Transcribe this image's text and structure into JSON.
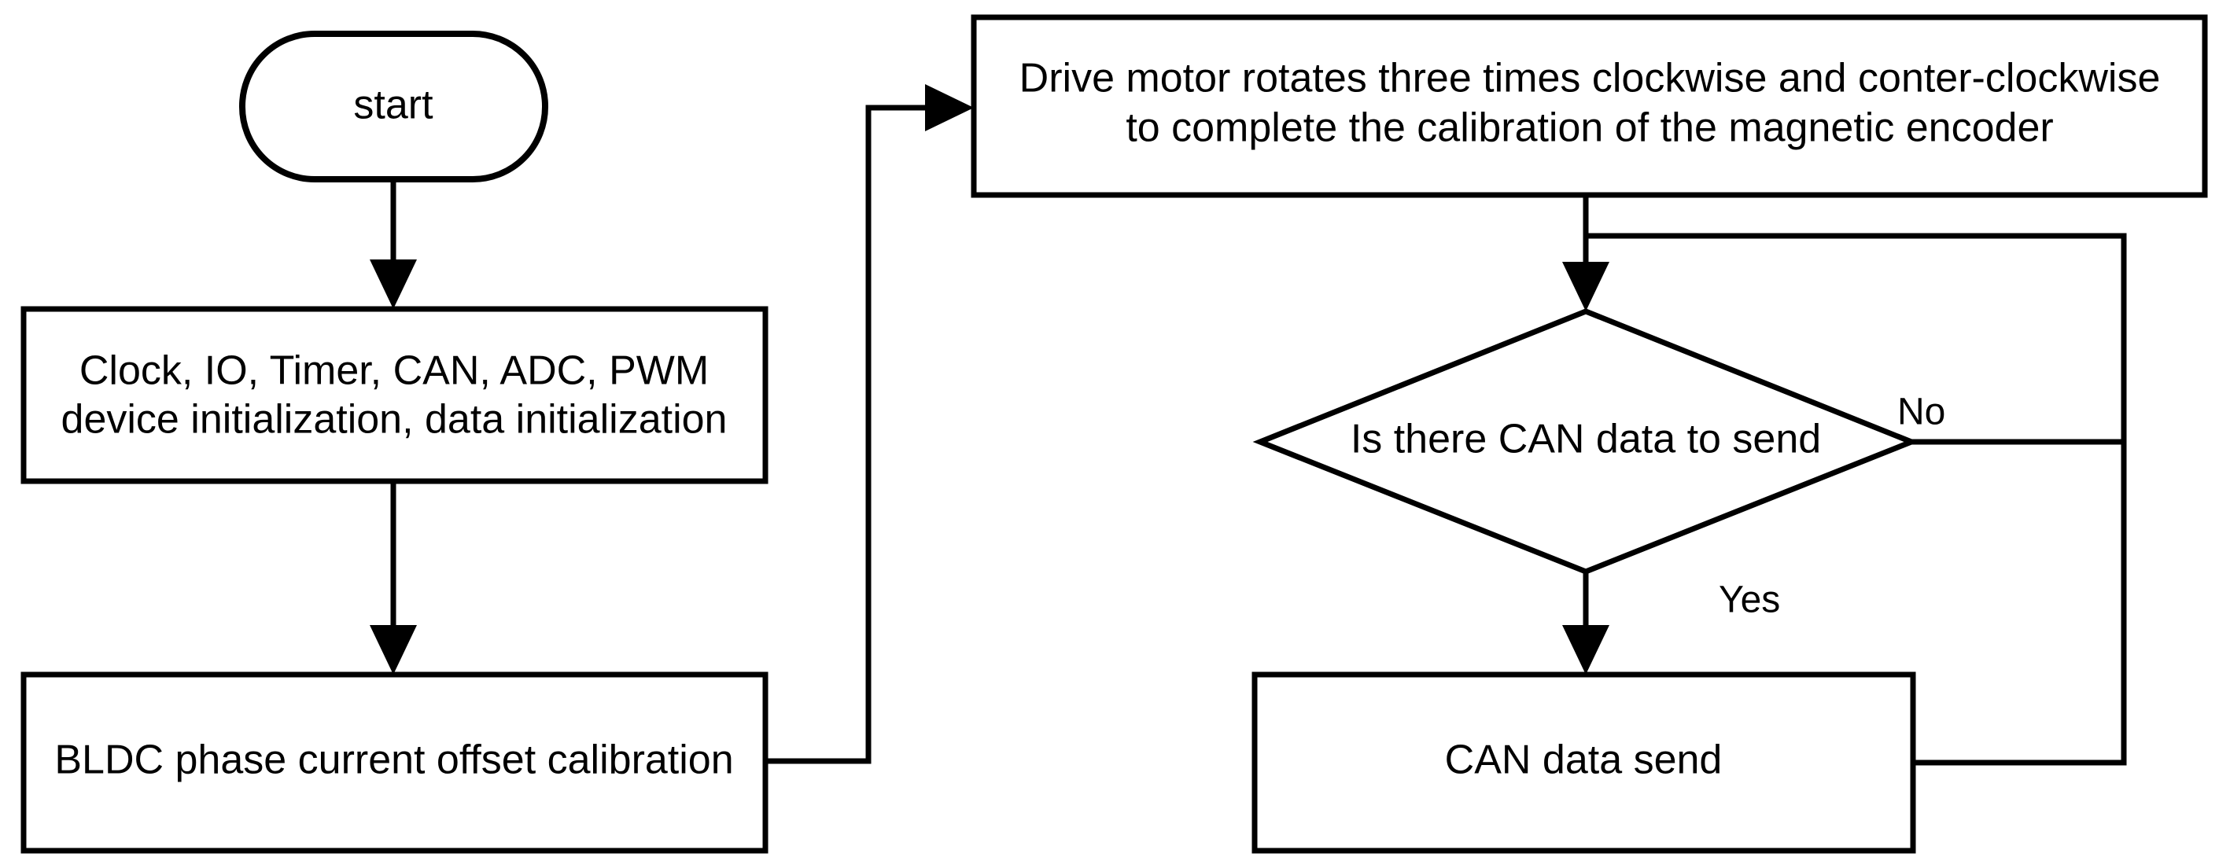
{
  "diagram": {
    "type": "flowchart",
    "title": "",
    "background_color": "#ffffff",
    "line_color": "#000000",
    "text_color": "#000000",
    "nodes": {
      "start": {
        "label": "start",
        "shape": "stadium"
      },
      "init": {
        "shape": "process",
        "line1": "Clock, IO, Timer, CAN, ADC, PWM",
        "line2": "device initialization, data initialization"
      },
      "bldc": {
        "shape": "process",
        "line1": "BLDC phase current offset calibration"
      },
      "calibrate": {
        "shape": "process",
        "line1": "Drive motor rotates three times clockwise and conter-clockwise",
        "line2": "to complete the calibration of the magnetic encoder"
      },
      "decision": {
        "shape": "diamond",
        "line1": "Is there CAN data to send"
      },
      "send": {
        "shape": "process",
        "line1": "CAN data send"
      }
    },
    "edge_labels": {
      "no": "No",
      "yes": "Yes"
    }
  }
}
